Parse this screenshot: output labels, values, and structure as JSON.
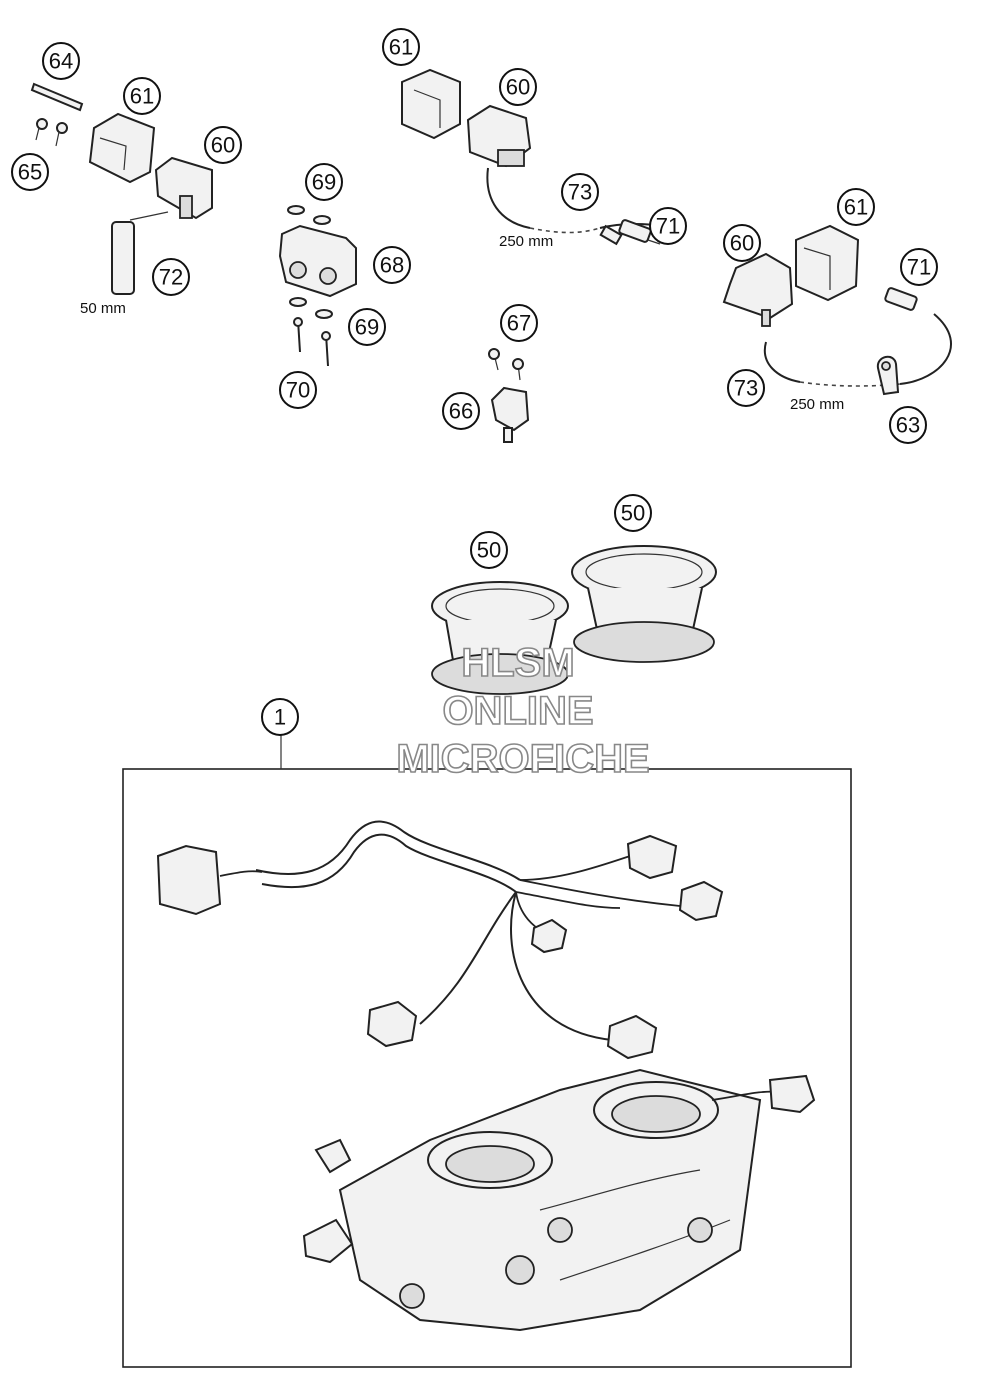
{
  "callouts": {
    "c64": "64",
    "c61a": "61",
    "c60a": "60",
    "c65": "65",
    "c72": "72",
    "c69a": "69",
    "c68": "68",
    "c69b": "69",
    "c70": "70",
    "c61b": "61",
    "c60b": "60",
    "c73a": "73",
    "c71a": "71",
    "c67": "67",
    "c66": "66",
    "c61c": "61",
    "c60c": "60",
    "c71b": "71",
    "c73b": "73",
    "c63": "63",
    "c50a": "50",
    "c50b": "50",
    "c1": "1"
  },
  "dimensions": {
    "hose_short": "50 mm",
    "hose_upper": "250 mm",
    "hose_right": "250 mm"
  },
  "watermark": {
    "line1": "HLSM",
    "line2": "ONLINE",
    "line3": "MICROFICHE"
  }
}
